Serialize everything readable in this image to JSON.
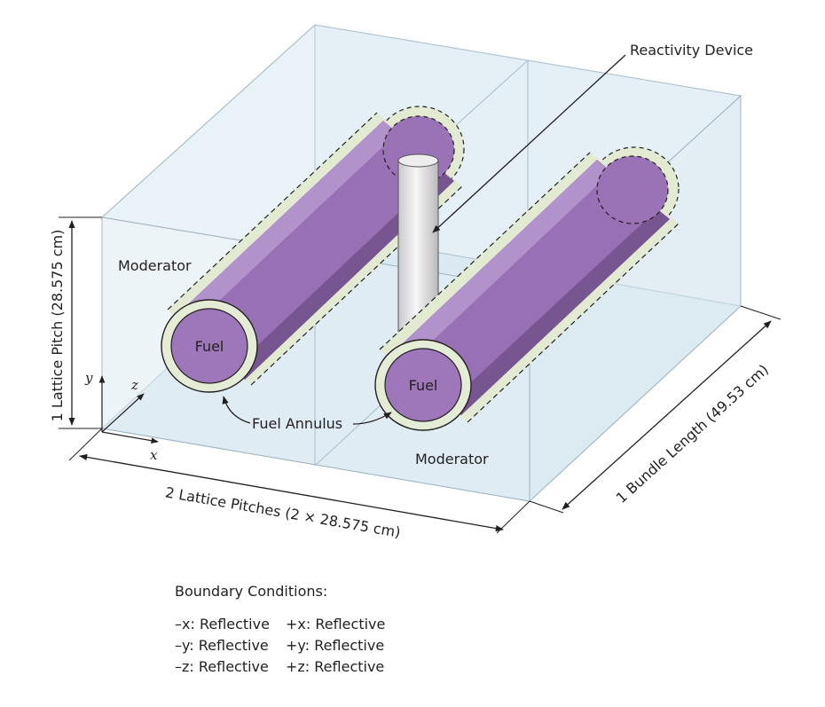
{
  "labels": {
    "reactivity_device": "Reactivity Device",
    "moderator_top": "Moderator",
    "moderator_bottom": "Moderator",
    "fuel_left": "Fuel",
    "fuel_right": "Fuel",
    "fuel_annulus": "Fuel Annulus",
    "lattice_pitch_height": "1 Lattice Pitch (28.575 cm)",
    "lattice_pitches_width": "2 Lattice Pitches (2 × 28.575 cm)",
    "bundle_length": "1 Bundle Length (49.53 cm)"
  },
  "axes": {
    "x": "x",
    "y": "y",
    "z": "z"
  },
  "boundary_conditions": {
    "title": "Boundary Conditions:",
    "rows": [
      {
        "minus": "–x: Reflective",
        "plus": "+x: Reflective"
      },
      {
        "minus": "–y: Reflective",
        "plus": "+y: Reflective"
      },
      {
        "minus": "–z: Reflective",
        "plus": "+z: Reflective"
      }
    ]
  },
  "colors": {
    "moderator": "#cfe3ee",
    "fuel": "#9a72b6",
    "annulus": "#e4ecd6",
    "reactivity_device": "#e6e6e8"
  }
}
